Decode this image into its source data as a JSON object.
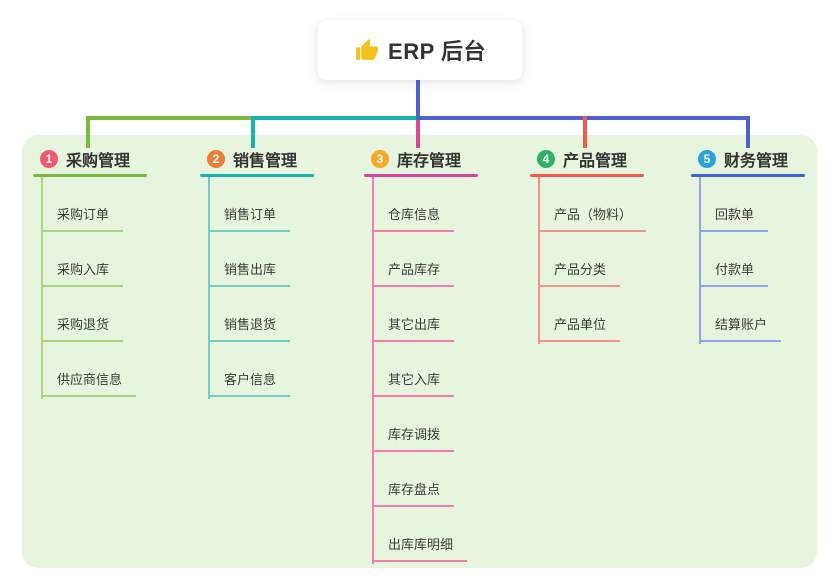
{
  "root": {
    "label": "ERP 后台",
    "icon": "thumbs-up-icon"
  },
  "branches": [
    {
      "index": "1",
      "label": "采购管理",
      "badge_color": "#F0596E",
      "line_color": "#7CB93E",
      "child_line_color": "#A9D57F",
      "children": [
        "采购订单",
        "采购入库",
        "采购退货",
        "供应商信息"
      ]
    },
    {
      "index": "2",
      "label": "销售管理",
      "badge_color": "#EE7D39",
      "line_color": "#17B3AD",
      "child_line_color": "#74CCC5",
      "children": [
        "销售订单",
        "销售出库",
        "销售退货",
        "客户信息"
      ]
    },
    {
      "index": "3",
      "label": "库存管理",
      "badge_color": "#F9A825",
      "line_color": "#D9459E",
      "child_line_color": "#F07EB5",
      "children": [
        "仓库信息",
        "产品库存",
        "其它出库",
        "其它入库",
        "库存调拨",
        "库存盘点",
        "出库库明细"
      ]
    },
    {
      "index": "4",
      "label": "产品管理",
      "badge_color": "#2EB167",
      "line_color": "#F2594B",
      "child_line_color": "#F5938A",
      "children": [
        "产品（物料）",
        "产品分类",
        "产品单位"
      ]
    },
    {
      "index": "5",
      "label": "财务管理",
      "badge_color": "#2CA3DC",
      "line_color": "#3E63D6",
      "child_line_color": "#93A5E2",
      "children": [
        "回款单",
        "付款单",
        "结算账户"
      ]
    }
  ],
  "colors": {
    "panel_background": "#E8F5DE",
    "root_connector": "#4C63CF",
    "thumb_icon": "#F4C01E",
    "text": "#333333"
  }
}
